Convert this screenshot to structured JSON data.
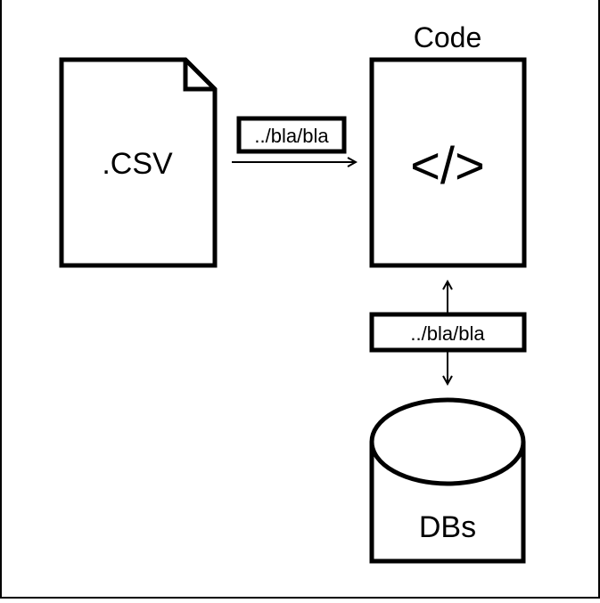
{
  "diagram": {
    "csv_label": ".CSV",
    "code_title": "Code",
    "code_symbol": "</>",
    "path_label_top": "../bla/bla",
    "path_label_middle": "../bla/bla",
    "db_label": "DBs"
  }
}
